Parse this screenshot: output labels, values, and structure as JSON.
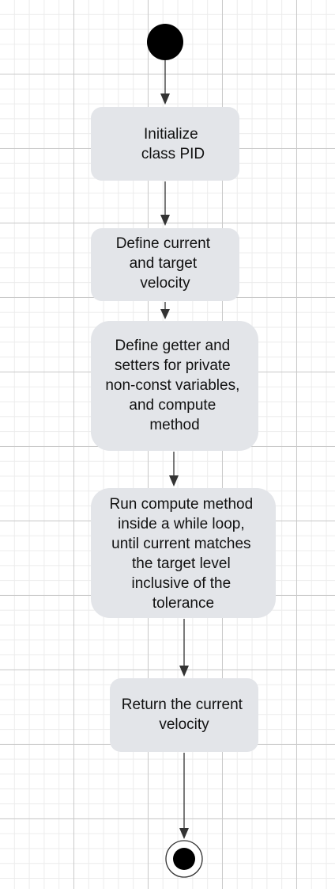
{
  "diagram": {
    "colors": {
      "node_fill": "#e3e5e9",
      "edge": "#333333",
      "grid_major": "#c9c9c9",
      "grid_minor": "#ececec",
      "initial_node": "#000000"
    },
    "nodes": [
      {
        "id": "initialize",
        "lines": [
          "Initialize",
          "class PID"
        ]
      },
      {
        "id": "define-velocity",
        "lines": [
          "Define current",
          "and target",
          "velocity"
        ]
      },
      {
        "id": "define-getters",
        "lines": [
          "Define getter and",
          "setters for private",
          "non-const variables,",
          "and compute",
          "method"
        ]
      },
      {
        "id": "run-compute",
        "lines": [
          "Run compute method",
          "inside a while loop,",
          "until current matches",
          "the target level",
          "inclusive of the",
          "tolerance"
        ]
      },
      {
        "id": "return-velocity",
        "lines": [
          "Return the current",
          "velocity"
        ]
      }
    ]
  }
}
